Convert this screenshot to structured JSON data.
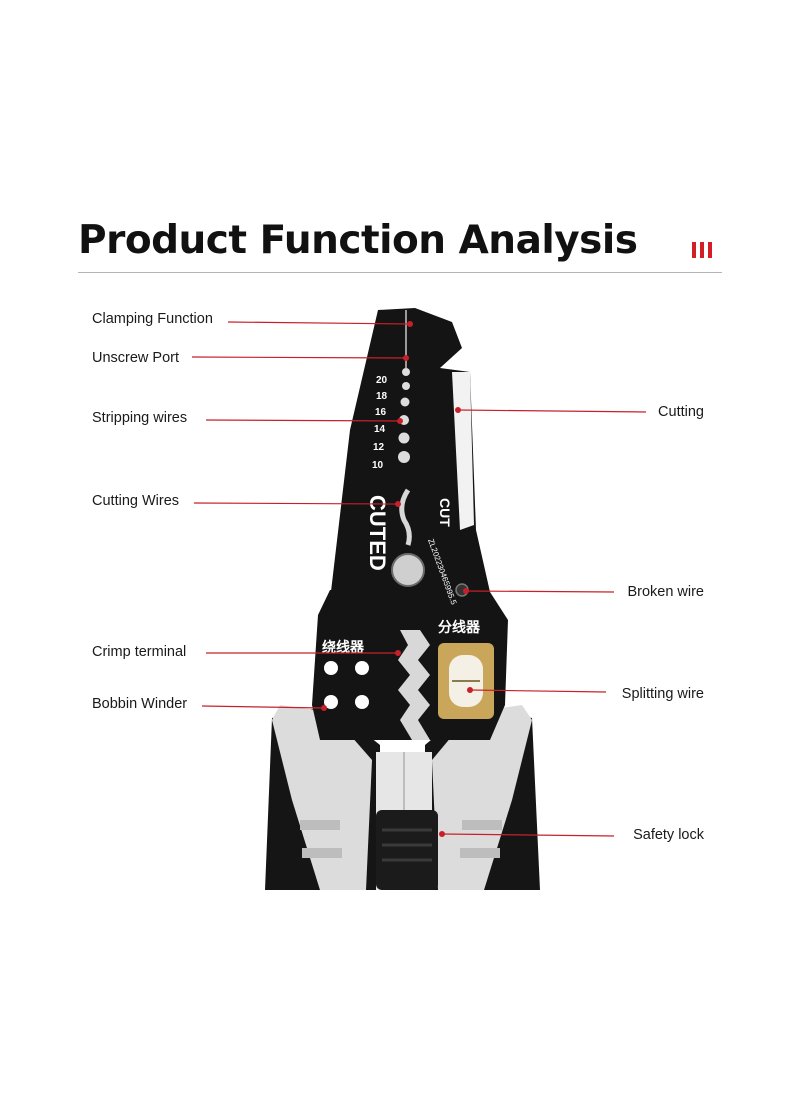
{
  "header": {
    "title": "Product Function Analysis"
  },
  "colors": {
    "accent": "#d21f26",
    "tool_body": "#141414",
    "handle_light": "#d9d9d9",
    "brass": "#c9a65a"
  },
  "tool": {
    "gauge_numbers": [
      "20",
      "18",
      "16",
      "14",
      "12",
      "10"
    ],
    "cut_text": "CUT",
    "brand_text": "CUTED",
    "serial_text": "ZL202230465995.5",
    "winder_text": "绕线器",
    "splitter_text": "分线器"
  },
  "callouts": {
    "left": [
      {
        "id": "clamping",
        "label": "Clamping Function"
      },
      {
        "id": "unscrew",
        "label": "Unscrew Port"
      },
      {
        "id": "stripping",
        "label": "Stripping wires"
      },
      {
        "id": "cutting-wires",
        "label": "Cutting Wires"
      },
      {
        "id": "crimp",
        "label": "Crimp terminal"
      },
      {
        "id": "bobbin",
        "label": "Bobbin Winder"
      }
    ],
    "right": [
      {
        "id": "cutting",
        "label": "Cutting"
      },
      {
        "id": "broken",
        "label": "Broken wire"
      },
      {
        "id": "splitting",
        "label": "Splitting wire"
      },
      {
        "id": "safety",
        "label": "Safety lock"
      }
    ]
  }
}
